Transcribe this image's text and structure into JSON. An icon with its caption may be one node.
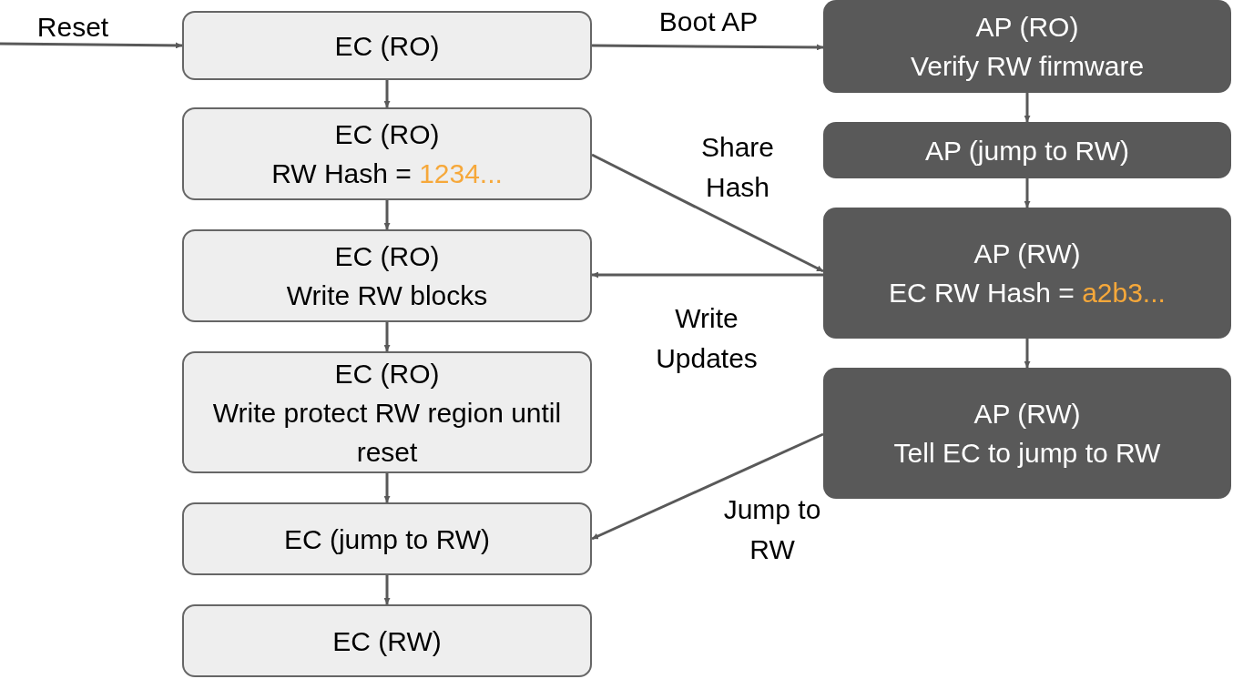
{
  "diagram": {
    "nodes": [
      {
        "text": [
          "EC (RO)"
        ]
      },
      {
        "text": [
          "EC (RO)",
          "RW Hash = *1234...*"
        ]
      },
      {
        "text": [
          "EC (RO)",
          "Write RW blocks"
        ]
      },
      {
        "text": [
          "EC (RO)",
          "Write protect RW region until reset"
        ]
      },
      {
        "text": [
          "EC (jump to RW)"
        ]
      },
      {
        "text": [
          "EC (RW)"
        ]
      },
      {
        "text": [
          "AP (RO)",
          "Verify RW firmware"
        ]
      },
      {
        "text": [
          "AP (jump to RW)"
        ]
      },
      {
        "text": [
          "AP (RW)",
          "EC RW Hash = *a2b3...*"
        ]
      },
      {
        "text": [
          "AP (RW)",
          "Tell EC to jump to RW"
        ]
      }
    ],
    "edges": [
      {
        "from": null,
        "to": 0,
        "arrow": "to",
        "label": "Reset"
      },
      {
        "from": 0,
        "to": 1,
        "arrow": "to"
      },
      {
        "from": 1,
        "to": 2,
        "arrow": "to"
      },
      {
        "from": 2,
        "to": 3,
        "arrow": "to"
      },
      {
        "from": 3,
        "to": 4,
        "arrow": "to"
      },
      {
        "from": 4,
        "to": 5,
        "arrow": "to"
      },
      {
        "from": 0,
        "to": 6,
        "arrow": "to",
        "label": "Boot AP"
      },
      {
        "from": 6,
        "to": 7,
        "arrow": "to"
      },
      {
        "from": 7,
        "to": 8,
        "arrow": "to"
      },
      {
        "from": 8,
        "to": 9,
        "arrow": "to"
      },
      {
        "from": 1,
        "to": 8,
        "arrow": "to",
        "label": "Share Hash"
      },
      {
        "from": 8,
        "to": 2,
        "arrow": "to",
        "label": "Write Updates"
      },
      {
        "from": 9,
        "to": 4,
        "arrow": "to",
        "label": "Jump to RW"
      }
    ]
  }
}
